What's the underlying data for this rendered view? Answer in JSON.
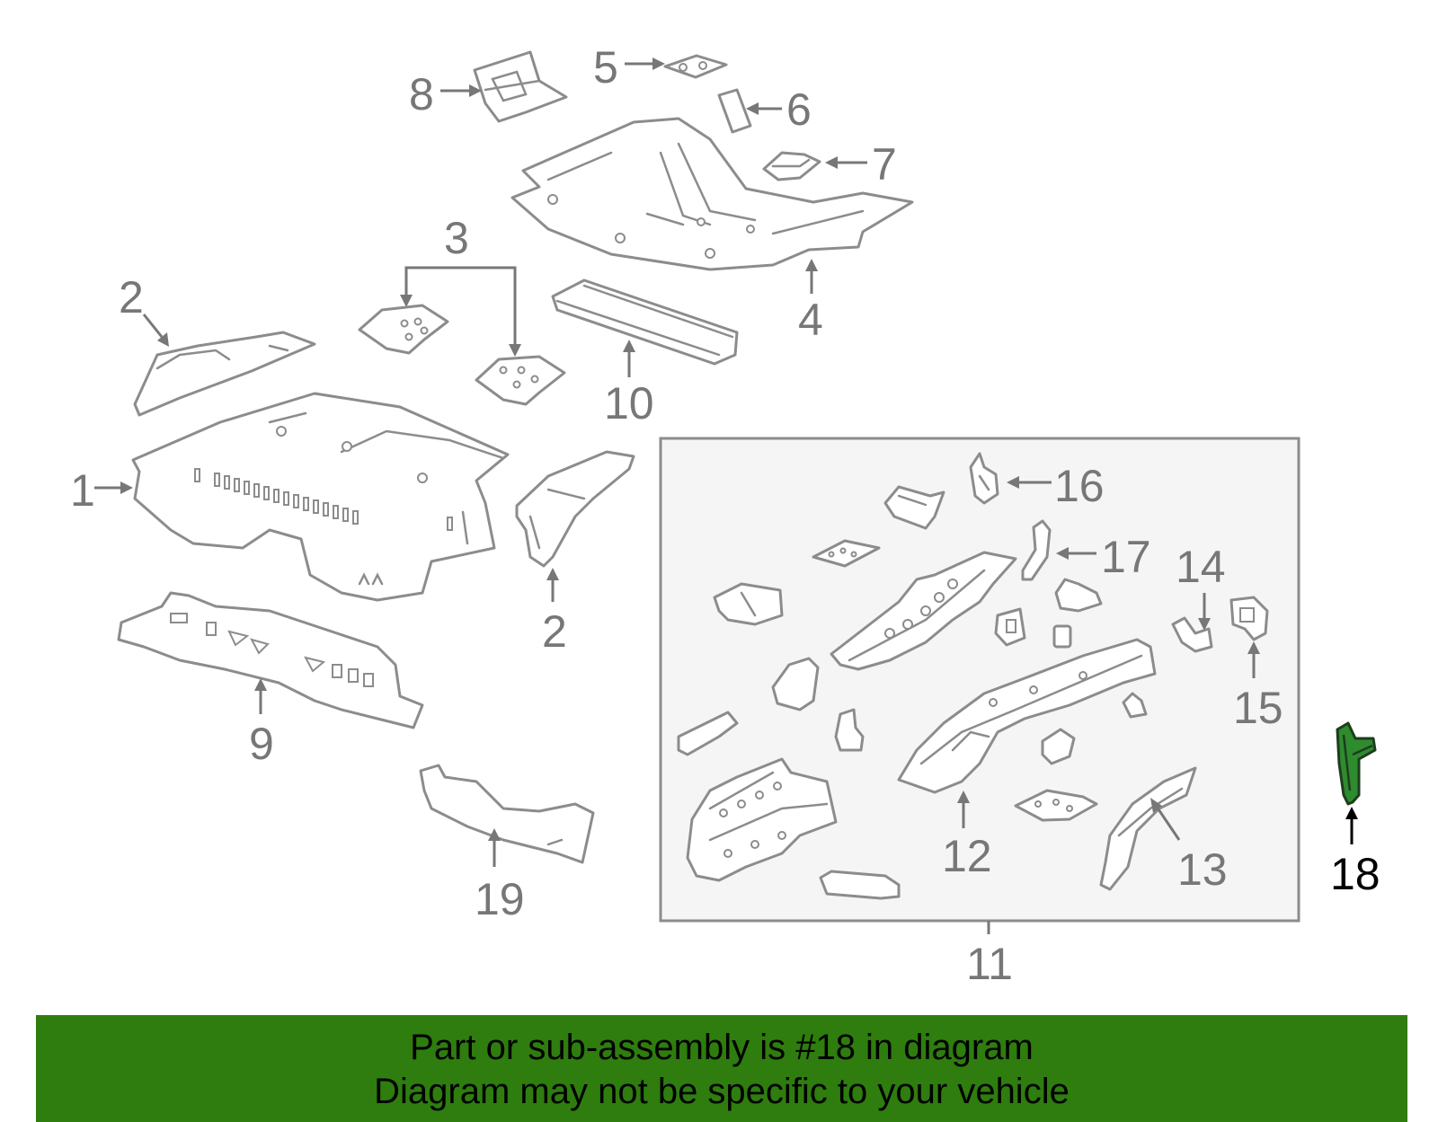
{
  "colors": {
    "highlight": "#2e8b2e",
    "banner": "#2e7d0e",
    "parts": "#8c8c8c"
  },
  "labels": {
    "l1": "1",
    "l2a": "2",
    "l2b": "2",
    "l3": "3",
    "l4": "4",
    "l5": "5",
    "l6": "6",
    "l7": "7",
    "l8": "8",
    "l9": "9",
    "l10": "10",
    "l11": "11",
    "l12": "12",
    "l13": "13",
    "l14": "14",
    "l15": "15",
    "l16": "16",
    "l17": "17",
    "l18": "18",
    "l19": "19"
  },
  "highlighted_part": "18",
  "banner": {
    "line1": "Part or sub-assembly is #18 in diagram",
    "line2": "Diagram may not be specific to your vehicle"
  }
}
